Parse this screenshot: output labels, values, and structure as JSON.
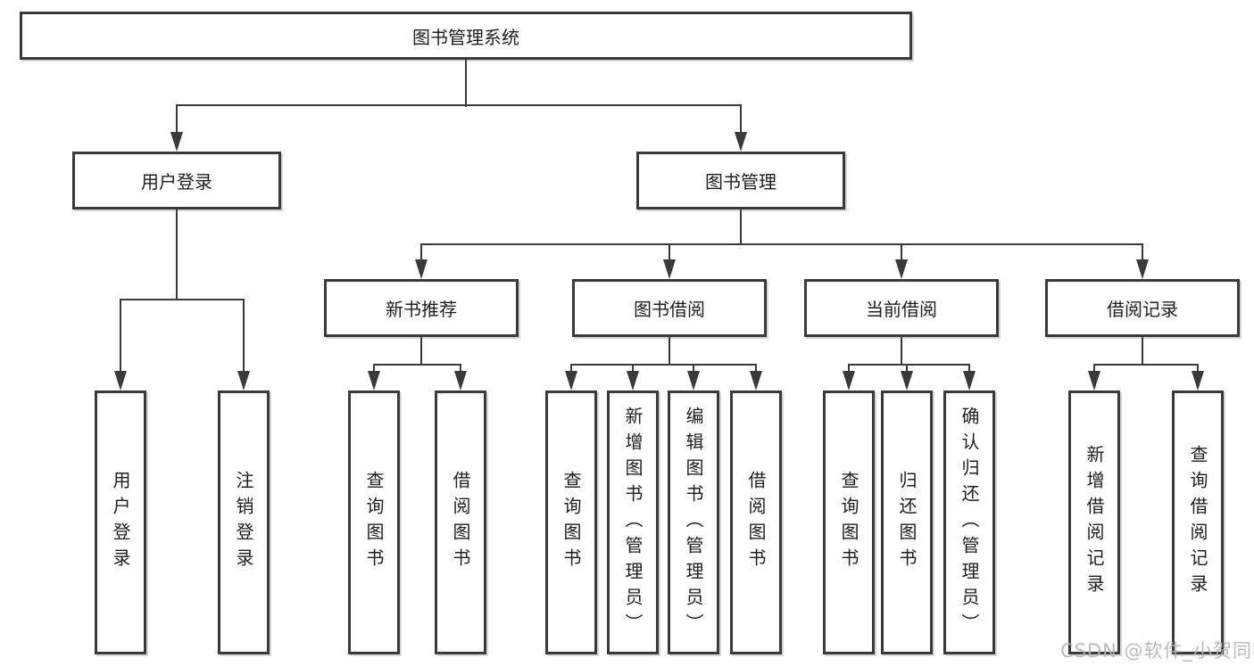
{
  "colors": {
    "background": "#ffffff",
    "line": "#3a3a3a",
    "box_border": "#3a3a3a",
    "text": "#1e1e1e",
    "watermark": "#b4b4b4"
  },
  "watermark": {
    "text": "CSDN @软件_小贺同学"
  },
  "tree": {
    "root": {
      "label": "图书管理系统"
    },
    "branches": [
      {
        "label": "用户登录",
        "children": [
          {
            "label": "用户登录"
          },
          {
            "label": "注销登录"
          }
        ]
      },
      {
        "label": "图书管理",
        "children": [
          {
            "label": "新书推荐",
            "children": [
              {
                "label": "查询图书"
              },
              {
                "label": "借阅图书"
              }
            ]
          },
          {
            "label": "图书借阅",
            "children": [
              {
                "label": "查询图书"
              },
              {
                "label": "新增图书（管理员）"
              },
              {
                "label": "编辑图书（管理员）"
              },
              {
                "label": "借阅图书"
              }
            ]
          },
          {
            "label": "当前借阅",
            "children": [
              {
                "label": "查询图书"
              },
              {
                "label": "归还图书"
              },
              {
                "label": "确认归还（管理员）"
              }
            ]
          },
          {
            "label": "借阅记录",
            "children": [
              {
                "label": "新增借阅记录"
              },
              {
                "label": "查询借阅记录"
              }
            ]
          }
        ]
      }
    ]
  }
}
